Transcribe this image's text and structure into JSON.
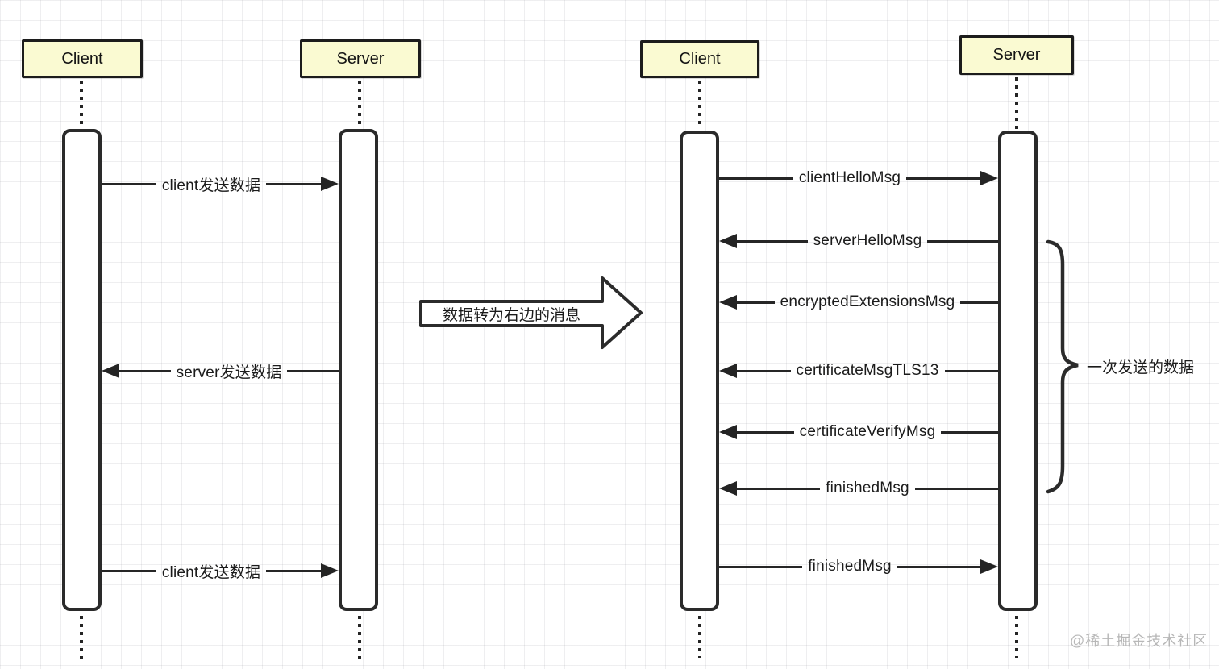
{
  "left_diagram": {
    "actors": [
      {
        "label": "Client"
      },
      {
        "label": "Server"
      }
    ],
    "messages": [
      {
        "label": "client发送数据",
        "direction": "right"
      },
      {
        "label": "server发送数据",
        "direction": "left"
      },
      {
        "label": "client发送数据",
        "direction": "right"
      }
    ]
  },
  "transform_arrow": {
    "label": "数据转为右边的消息"
  },
  "right_diagram": {
    "actors": [
      {
        "label": "Client"
      },
      {
        "label": "Server"
      }
    ],
    "messages": [
      {
        "label": "clientHelloMsg",
        "direction": "right"
      },
      {
        "label": "serverHelloMsg",
        "direction": "left"
      },
      {
        "label": "encryptedExtensionsMsg",
        "direction": "left"
      },
      {
        "label": "certificateMsgTLS13",
        "direction": "left"
      },
      {
        "label": "certificateVerifyMsg",
        "direction": "left"
      },
      {
        "label": "finishedMsg",
        "direction": "left"
      },
      {
        "label": "finishedMsg",
        "direction": "right"
      }
    ],
    "brace_label": "一次发送的数据"
  },
  "watermark": "@稀土掘金技术社区",
  "colors": {
    "actor_fill": "#fafad2",
    "stroke": "#262626",
    "grid_line": "#e9e9ea",
    "watermark": "#b7b7b7"
  }
}
